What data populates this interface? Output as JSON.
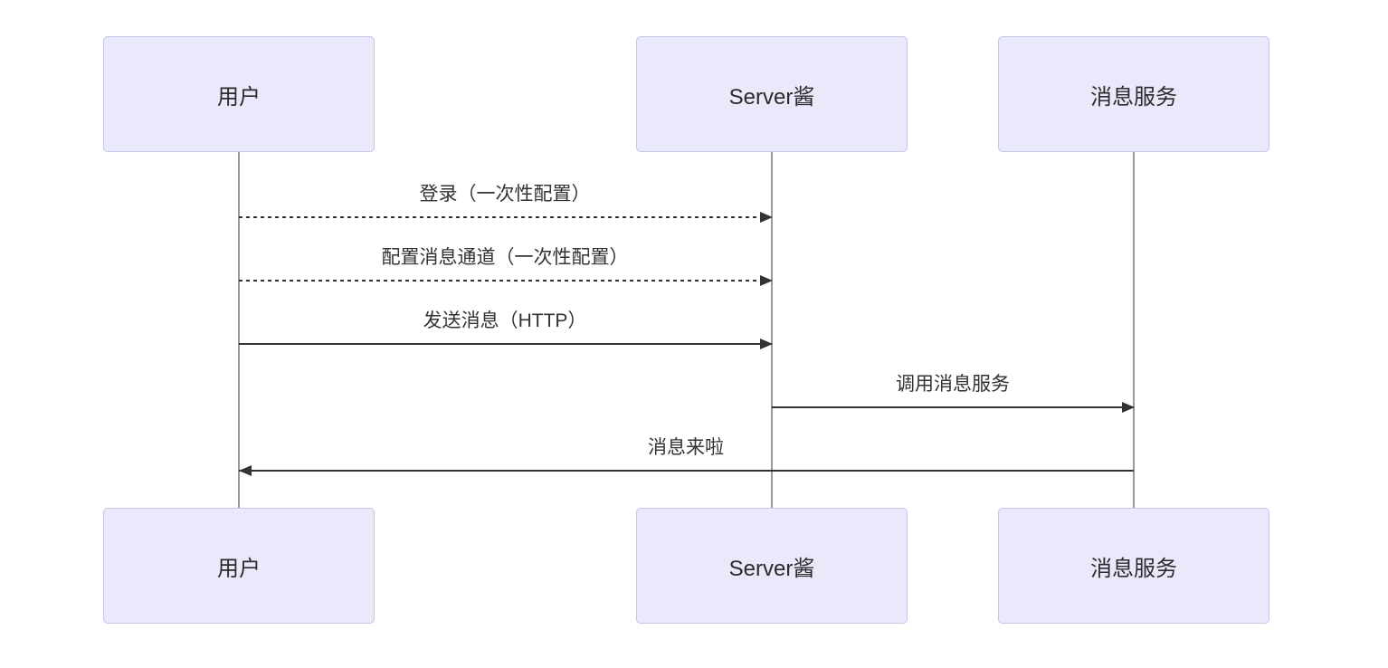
{
  "diagram": {
    "type": "sequence",
    "colors": {
      "background": "#ffffff",
      "actor_fill": "#e9e9fb",
      "actor_border": "#c5c6e8",
      "lifeline": "#999999",
      "arrow": "#333333",
      "text": "#333333"
    },
    "actors": [
      {
        "id": "user",
        "label": "用户"
      },
      {
        "id": "serverchan",
        "label": "Server酱"
      },
      {
        "id": "msgservice",
        "label": "消息服务"
      }
    ],
    "messages": [
      {
        "label": "登录（一次性配置）",
        "from": "user",
        "to": "serverchan",
        "style": "dashed"
      },
      {
        "label": "配置消息通道（一次性配置）",
        "from": "user",
        "to": "serverchan",
        "style": "dashed"
      },
      {
        "label": "发送消息（HTTP）",
        "from": "user",
        "to": "serverchan",
        "style": "solid"
      },
      {
        "label": "调用消息服务",
        "from": "serverchan",
        "to": "msgservice",
        "style": "solid"
      },
      {
        "label": "消息来啦",
        "from": "msgservice",
        "to": "user",
        "style": "solid"
      }
    ]
  }
}
